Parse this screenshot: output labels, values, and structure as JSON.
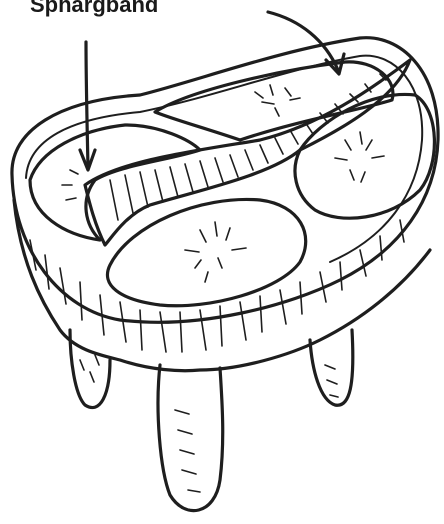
{
  "label": {
    "text": "Sphärgband"
  },
  "colors": {
    "ink": "#1e1e1e",
    "background": "#ffffff"
  },
  "icons": {
    "arrows": [
      "pointer-arrow-left",
      "pointer-arrow-right"
    ]
  }
}
